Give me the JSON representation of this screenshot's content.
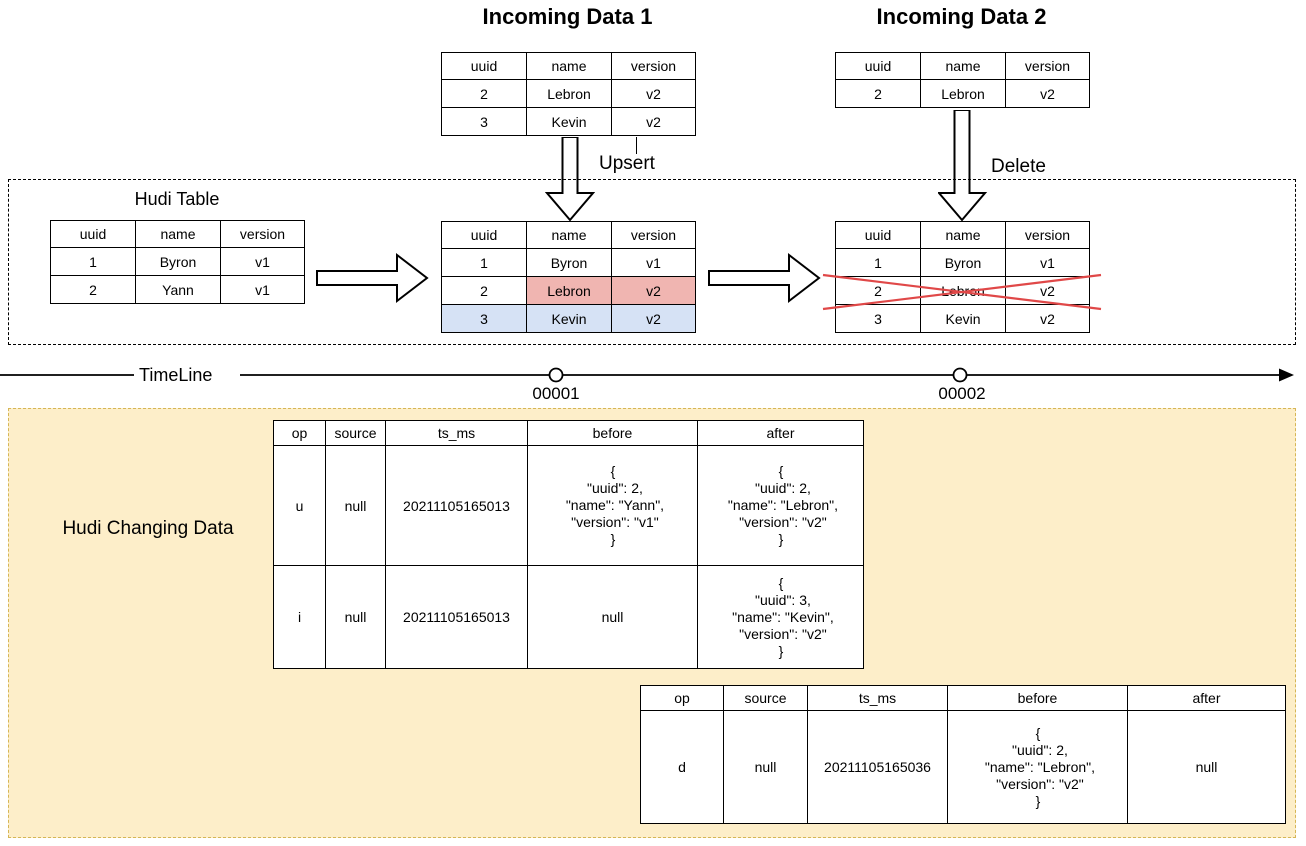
{
  "colors": {
    "highlight_update_fill": "#f0b5b1",
    "highlight_update_border": "#b85450",
    "highlight_insert_fill": "#d6e2f5",
    "highlight_insert_border": "#6c8ebf",
    "changing_area_fill": "#fdeec9",
    "changing_area_border": "#d6b656",
    "delete_cross": "#e04848"
  },
  "incoming1": {
    "title": "Incoming Data 1",
    "action_label": "Upsert",
    "headers": [
      "uuid",
      "name",
      "version"
    ],
    "rows": [
      [
        "2",
        "Lebron",
        "v2"
      ],
      [
        "3",
        "Kevin",
        "v2"
      ]
    ]
  },
  "incoming2": {
    "title": "Incoming Data 2",
    "action_label": "Delete",
    "headers": [
      "uuid",
      "name",
      "version"
    ],
    "rows": [
      [
        "2",
        "Lebron",
        "v2"
      ]
    ]
  },
  "hudi": {
    "title": "Hudi Table",
    "initial": {
      "headers": [
        "uuid",
        "name",
        "version"
      ],
      "rows": [
        [
          "1",
          "Byron",
          "v1"
        ],
        [
          "2",
          "Yann",
          "v1"
        ]
      ]
    },
    "after_upsert": {
      "headers": [
        "uuid",
        "name",
        "version"
      ],
      "rows": [
        [
          "1",
          "Byron",
          "v1"
        ],
        [
          "2",
          "Lebron",
          "v2"
        ],
        [
          "3",
          "Kevin",
          "v2"
        ]
      ]
    },
    "after_delete": {
      "headers": [
        "uuid",
        "name",
        "version"
      ],
      "rows": [
        [
          "1",
          "Byron",
          "v1"
        ],
        [
          "2",
          "Lebron",
          "v2"
        ],
        [
          "3",
          "Kevin",
          "v2"
        ]
      ]
    }
  },
  "timeline": {
    "label": "TimeLine",
    "commit1": "00001",
    "commit2": "00002"
  },
  "changing": {
    "title": "Hudi Changing Data",
    "table1": {
      "headers": [
        "op",
        "source",
        "ts_ms",
        "before",
        "after"
      ],
      "rows": [
        [
          "u",
          "null",
          "20211105165013",
          "{\n \"uuid\": 2,\n \"name\": \"Yann\",\n \"version\": \"v1\"\n}",
          "{\n \"uuid\": 2,\n \"name\": \"Lebron\",\n \"version\": \"v2\"\n}"
        ],
        [
          "i",
          "null",
          "20211105165013",
          "null",
          "{\n \"uuid\": 3,\n \"name\": \"Kevin\",\n \"version\": \"v2\"\n}"
        ]
      ]
    },
    "table2": {
      "headers": [
        "op",
        "source",
        "ts_ms",
        "before",
        "after"
      ],
      "rows": [
        [
          "d",
          "null",
          "20211105165036",
          "{\n \"uuid\": 2,\n \"name\": \"Lebron\",\n \"version\": \"v2\"\n}",
          "null"
        ]
      ]
    }
  }
}
